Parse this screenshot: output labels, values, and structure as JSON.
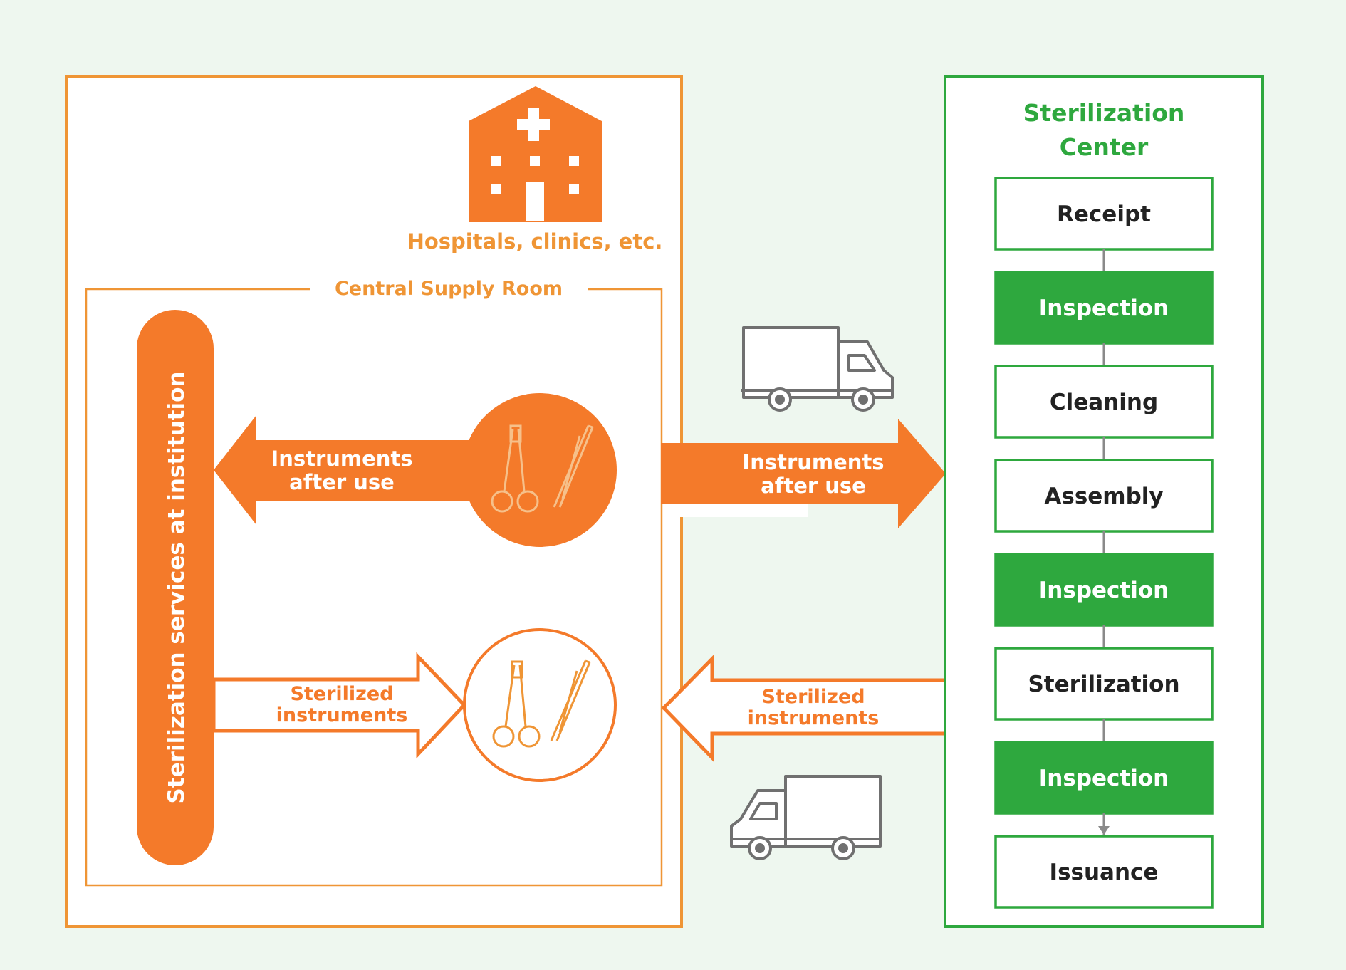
{
  "institution": {
    "caption": "Hospitals, clinics, etc.",
    "room_label": "Central Supply Room",
    "service_bar_label": "Sterilization services at institution",
    "used_arrow_label": [
      "Instruments",
      "after use"
    ],
    "sterile_arrow_label": [
      "Sterilized",
      "instruments"
    ]
  },
  "transport": {
    "outbound_label": [
      "Instruments",
      "after use"
    ],
    "inbound_label": [
      "Sterilized",
      "instruments"
    ]
  },
  "center": {
    "title": [
      "Sterilization",
      "Center"
    ],
    "steps": [
      {
        "label": "Receipt",
        "highlight": false
      },
      {
        "label": "Inspection",
        "highlight": true
      },
      {
        "label": "Cleaning",
        "highlight": false
      },
      {
        "label": "Assembly",
        "highlight": false
      },
      {
        "label": "Inspection",
        "highlight": true
      },
      {
        "label": "Sterilization",
        "highlight": false
      },
      {
        "label": "Inspection",
        "highlight": true
      },
      {
        "label": "Issuance",
        "highlight": false
      }
    ]
  },
  "colors": {
    "orange": "#f47a2a",
    "orange_frame": "#ef9535",
    "green": "#2ea83e",
    "truck_gray": "#707070",
    "background": "#eef7ef"
  }
}
